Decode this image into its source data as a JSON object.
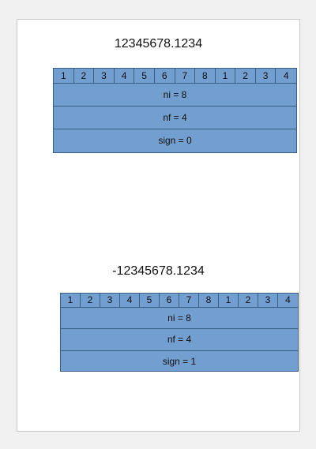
{
  "blocks": [
    {
      "title": "12345678.1234",
      "digits": [
        "1",
        "2",
        "3",
        "4",
        "5",
        "6",
        "7",
        "8",
        "1",
        "2",
        "3",
        "4"
      ],
      "rows": [
        "ni = 8",
        "nf  =  4",
        "sign = 0"
      ]
    },
    {
      "title": "-12345678.1234",
      "digits": [
        "1",
        "2",
        "3",
        "4",
        "5",
        "6",
        "7",
        "8",
        "1",
        "2",
        "3",
        "4"
      ],
      "rows": [
        "ni = 8",
        "nf  =  4",
        "sign = 1"
      ]
    }
  ]
}
